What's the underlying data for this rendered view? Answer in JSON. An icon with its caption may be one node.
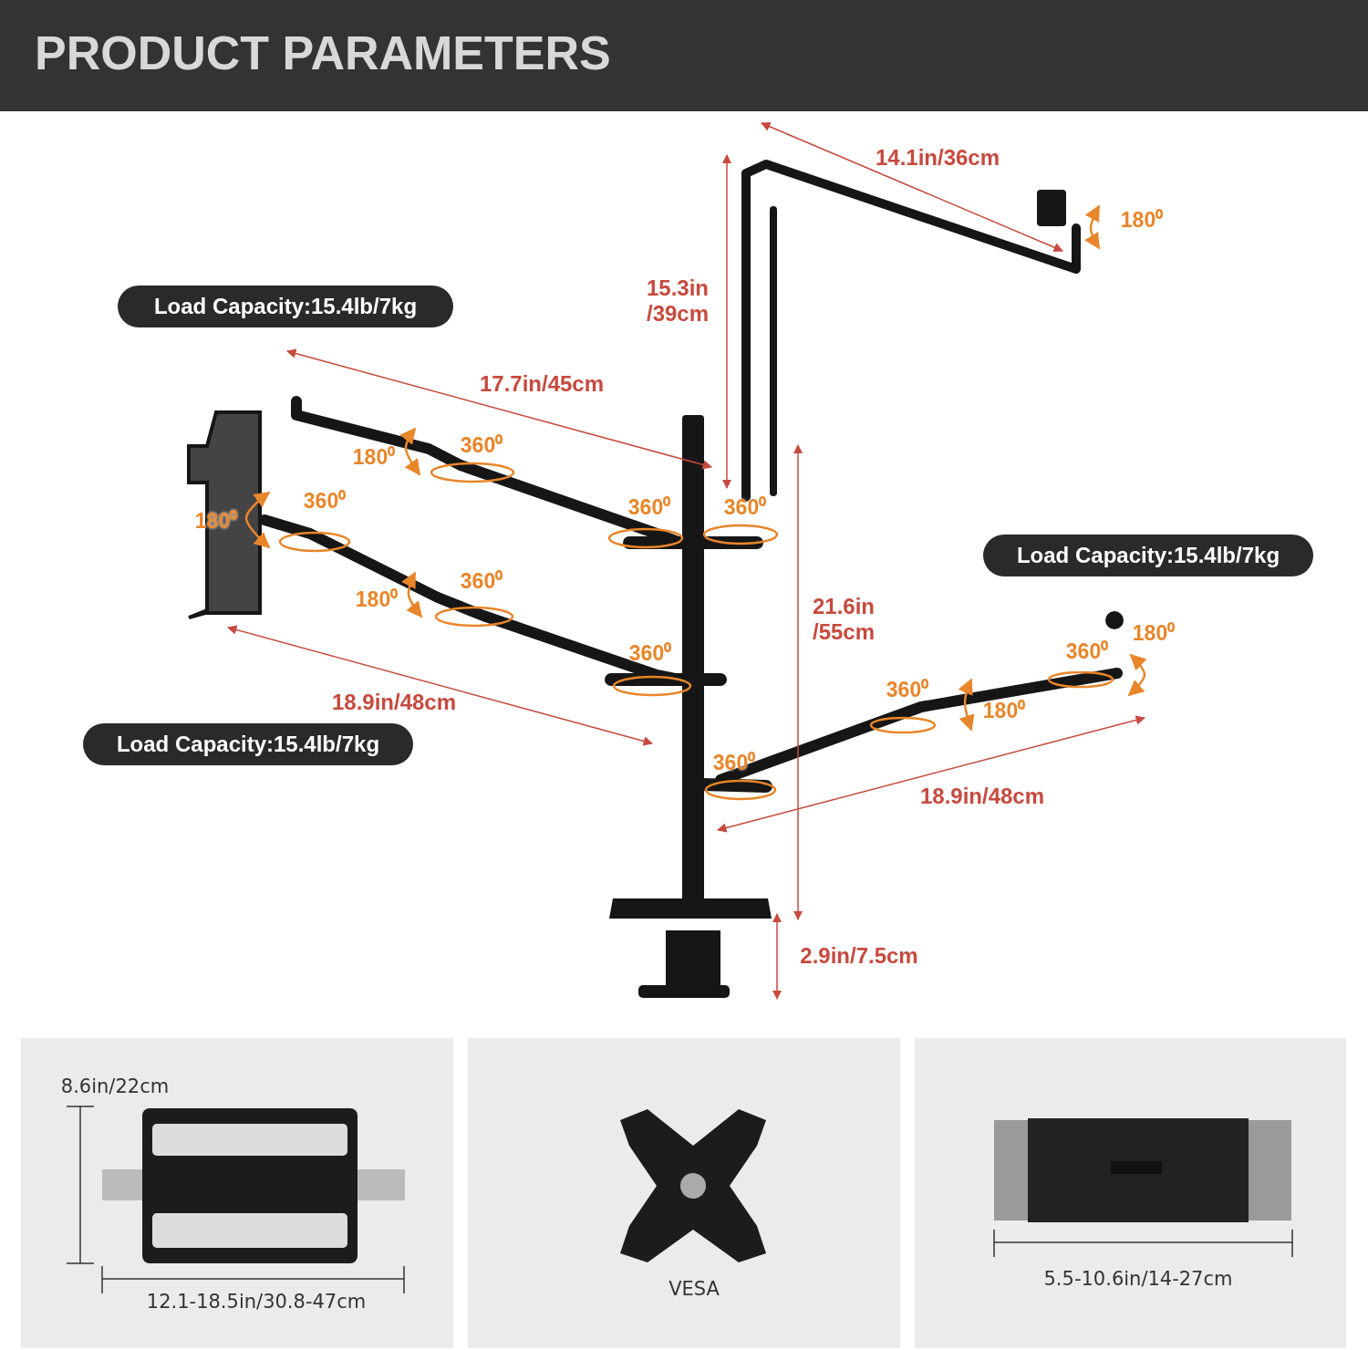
{
  "diagram": {
    "title": "PRODUCT PARAMETERS",
    "nodes": [
      {
        "text": [
          "Load Capacity:15.4lb/7kg"
        ]
      },
      {
        "text": [
          "Load Capacity:15.4lb/7kg"
        ]
      },
      {
        "text": [
          "Load Capacity:15.4lb/7kg"
        ]
      }
    ],
    "labels": [
      "14.1in/36cm",
      "180⁰",
      "15.3in /39cm",
      "17.7in/45cm",
      "360⁰",
      "180⁰",
      "360⁰",
      "360⁰",
      "360⁰",
      "180⁰",
      "360⁰",
      "180⁰",
      "21.6in /55cm",
      "180⁰",
      "360⁰",
      "360⁰",
      "360⁰",
      "18.9in/48cm",
      "180⁰",
      "360⁰",
      "18.9in/48cm",
      "2.9in/7.5cm",
      "8.6in/22cm",
      "12.1-18.5in/30.8-47cm",
      "VESA",
      "5.5-10.6in/14-27cm"
    ]
  }
}
